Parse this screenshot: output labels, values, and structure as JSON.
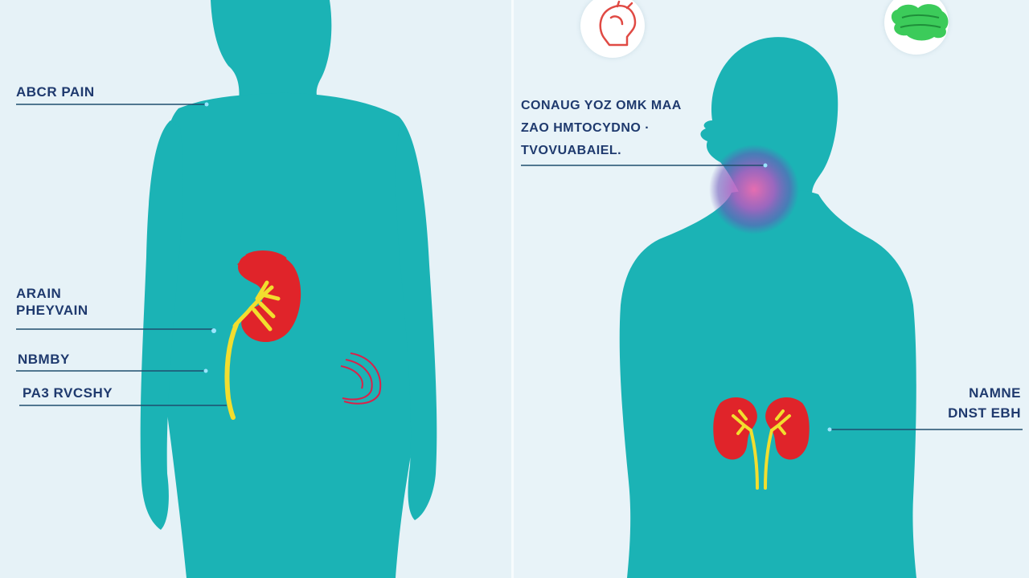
{
  "left_panel": {
    "labels": [
      {
        "id": "abcr_pain",
        "text": "ABCR PAIN"
      },
      {
        "id": "arain",
        "text": "ARAIN\nPHEYVAIN"
      },
      {
        "id": "nbmby",
        "text": "NBMBY"
      },
      {
        "id": "pa_rvcshy",
        "text": "PA3 RVCSHY"
      }
    ]
  },
  "right_panel": {
    "labels": [
      {
        "id": "throat_label",
        "text": "CONAUG YOZ OMK MAA\nZAO HMTOCYDNO ·\nTVOVUABAIEL."
      },
      {
        "id": "kidney_label",
        "text": "NAMNE\nDNST EBH"
      }
    ],
    "icons": [
      {
        "id": "head-icon",
        "name": "head-outline-icon",
        "color": "#e04a44"
      },
      {
        "id": "organ-icon",
        "name": "green-organ-icon",
        "color": "#3ccb5a"
      }
    ]
  },
  "colors": {
    "body": "#1bb3b5",
    "kidney": "#e0242a",
    "ureter": "#f2de2e",
    "leader_line": "#1f4e6e",
    "label_text": "#1f3a6e",
    "throat_glow_outer": "#6b52b8",
    "throat_glow_inner": "#f06ab0"
  }
}
